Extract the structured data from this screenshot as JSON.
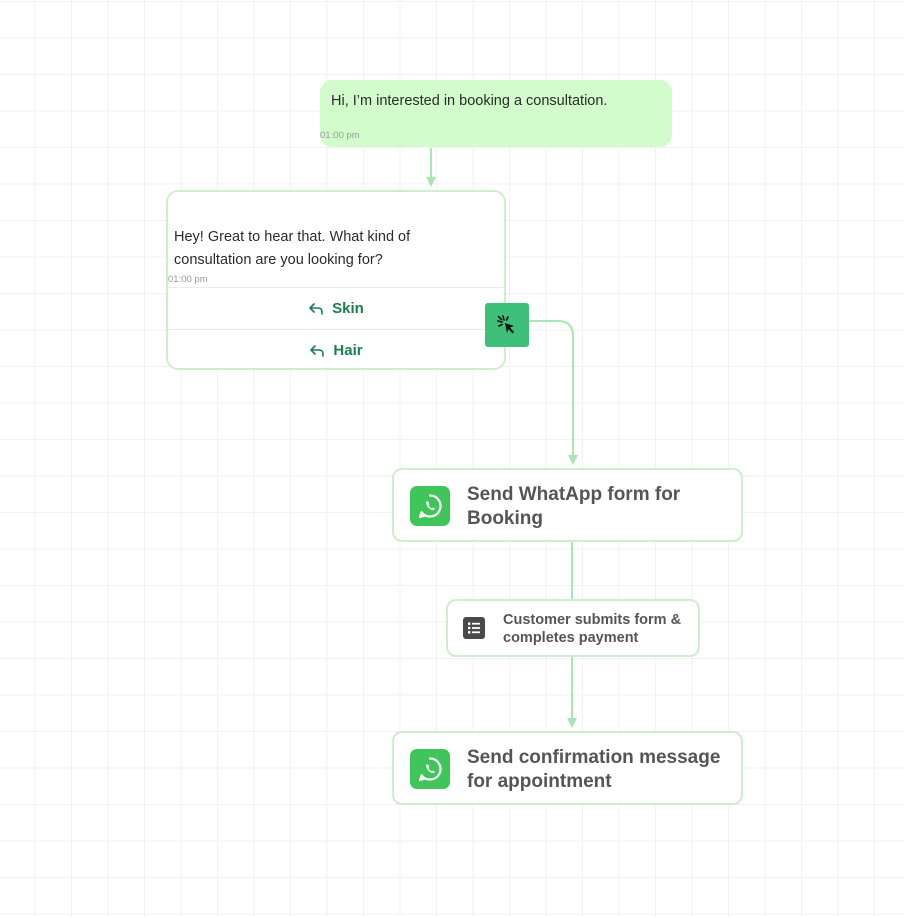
{
  "incoming_message": {
    "text": "Hi, I’m interested in booking a consultation.",
    "time": "01:00 pm"
  },
  "reply_message": {
    "text": "Hey! Great to hear that. What kind of consultation are you looking for?",
    "time": "01:00 pm",
    "quick_replies": [
      {
        "label": "Skin"
      },
      {
        "label": "Hair"
      }
    ]
  },
  "steps": {
    "send_form": {
      "title": "Send WhatApp form for Booking",
      "icon": "whatsapp-icon"
    },
    "submit_form": {
      "title": "Customer submits form & completes payment",
      "icon": "form-list-icon"
    },
    "confirmation": {
      "title": "Send confirmation message for appointment",
      "icon": "whatsapp-icon"
    }
  },
  "colors": {
    "incoming_bubble": "#d2fccc",
    "border": "#cfeecb",
    "connector": "#a8e6b4",
    "accent_green": "#3ec07a",
    "whatsapp_green": "#3fc55a",
    "reply_text": "#1a7f4e"
  }
}
